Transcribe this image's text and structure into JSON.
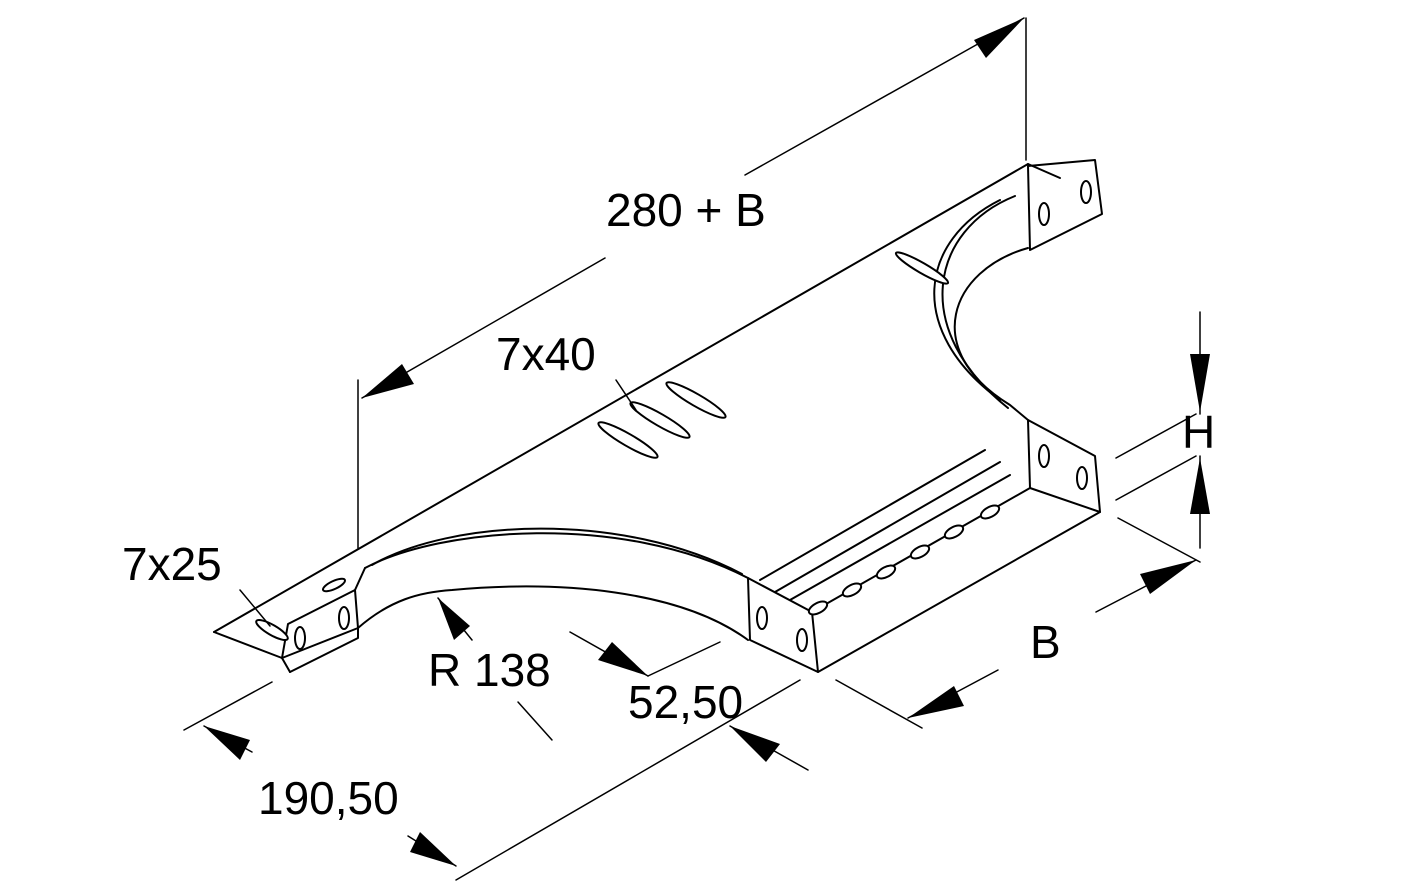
{
  "dimensions": {
    "length": "280 + B",
    "slot_large": "7x40",
    "slot_small": "7x25",
    "radius": "R 138",
    "width_left": "190,50",
    "offset": "52,50",
    "width": "B",
    "height": "H"
  },
  "colors": {
    "line": "#000000",
    "background": "#ffffff"
  }
}
